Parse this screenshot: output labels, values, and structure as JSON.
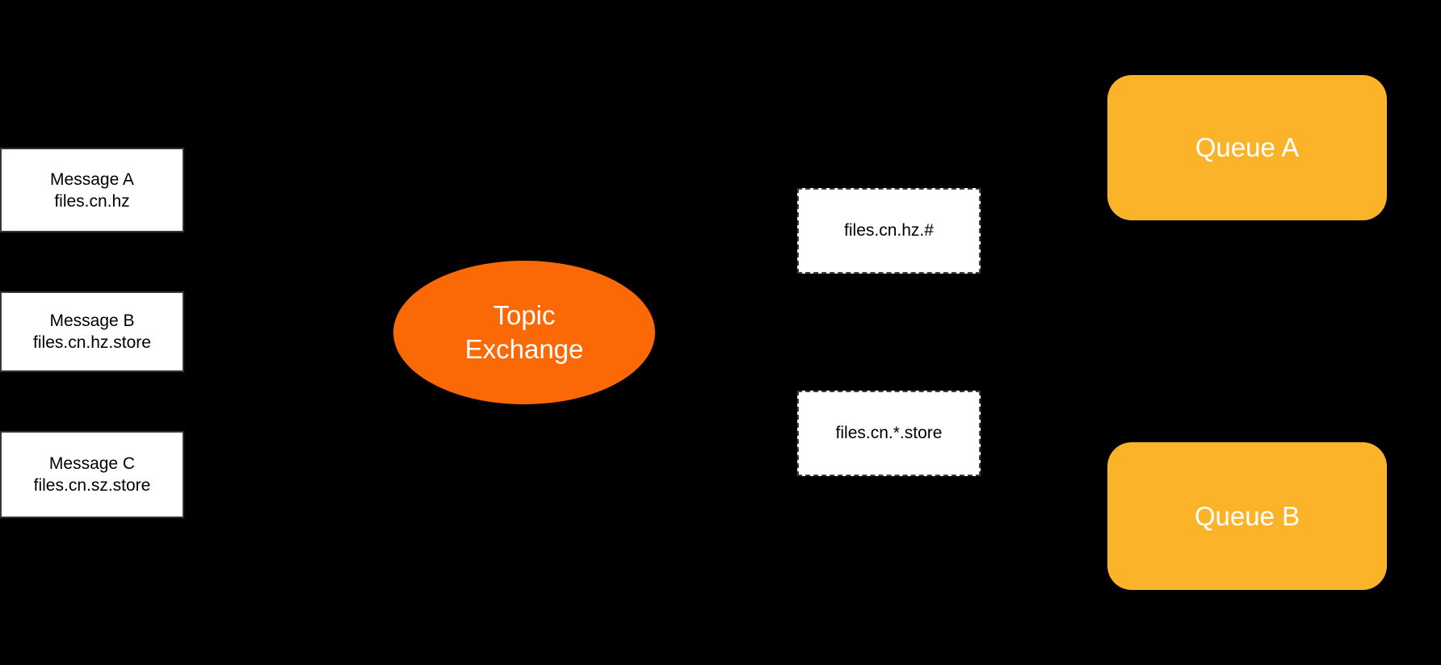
{
  "canvas": {
    "background": "#000000"
  },
  "colors": {
    "exchange_fill": "#FB6907",
    "queue_fill": "#FBB32A",
    "node_fill": "#FFFFFF",
    "node_border": "#30363C",
    "binding_border": "#3A4046",
    "node_text": "#000000",
    "exchange_text": "#FFFFFF",
    "queue_text": "#FFFFFF"
  },
  "messages": [
    {
      "title": "Message A",
      "routing_key": "files.cn.hz"
    },
    {
      "title": "Message B",
      "routing_key": "files.cn.hz.store"
    },
    {
      "title": "Message C",
      "routing_key": "files.cn.sz.store"
    }
  ],
  "exchange": {
    "label_lines": [
      "Topic",
      "Exchange"
    ]
  },
  "bindings": [
    {
      "pattern": "files.cn.hz.#"
    },
    {
      "pattern": "files.cn.*.store"
    }
  ],
  "queues": [
    {
      "label": "Queue A"
    },
    {
      "label": "Queue B"
    }
  ]
}
